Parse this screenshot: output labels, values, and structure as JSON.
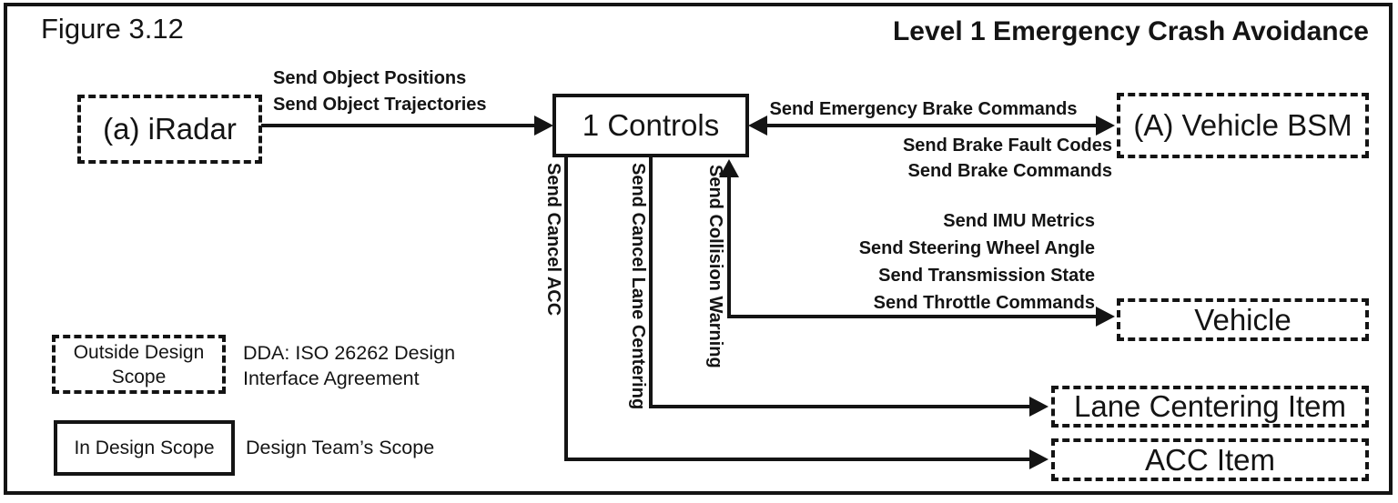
{
  "header": {
    "figure_label": "Figure 3.12",
    "title": "Level 1 Emergency Crash Avoidance"
  },
  "nodes": {
    "iradar": "(a) iRadar",
    "controls": "1 Controls",
    "vehicle_bsm": "(A) Vehicle BSM",
    "vehicle": "Vehicle",
    "lane_centering_item": "Lane Centering Item",
    "acc_item": "ACC Item"
  },
  "flows": {
    "object_positions": "Send Object Positions",
    "object_trajectories": "Send Object Trajectories",
    "emergency_brake_commands": "Send Emergency Brake Commands",
    "brake_fault_codes": "Send Brake Fault Codes",
    "brake_commands": "Send Brake Commands",
    "imu_metrics": "Send IMU Metrics",
    "steering_wheel_angle": "Send Steering Wheel Angle",
    "transmission_state": "Send Transmission State",
    "throttle_commands": "Send Throttle Commands",
    "collision_warning": "Send Collision Warning",
    "cancel_lane_centering": "Send Cancel Lane Centering",
    "cancel_acc": "Send Cancel ACC"
  },
  "legend": {
    "outside_box": "Outside Design Scope",
    "outside_desc": "DDA: ISO 26262 Design Interface Agreement",
    "inside_box": "In Design Scope",
    "inside_desc": "Design Team’s Scope"
  },
  "colors": {
    "ink": "#141414",
    "background": "#ffffff"
  }
}
